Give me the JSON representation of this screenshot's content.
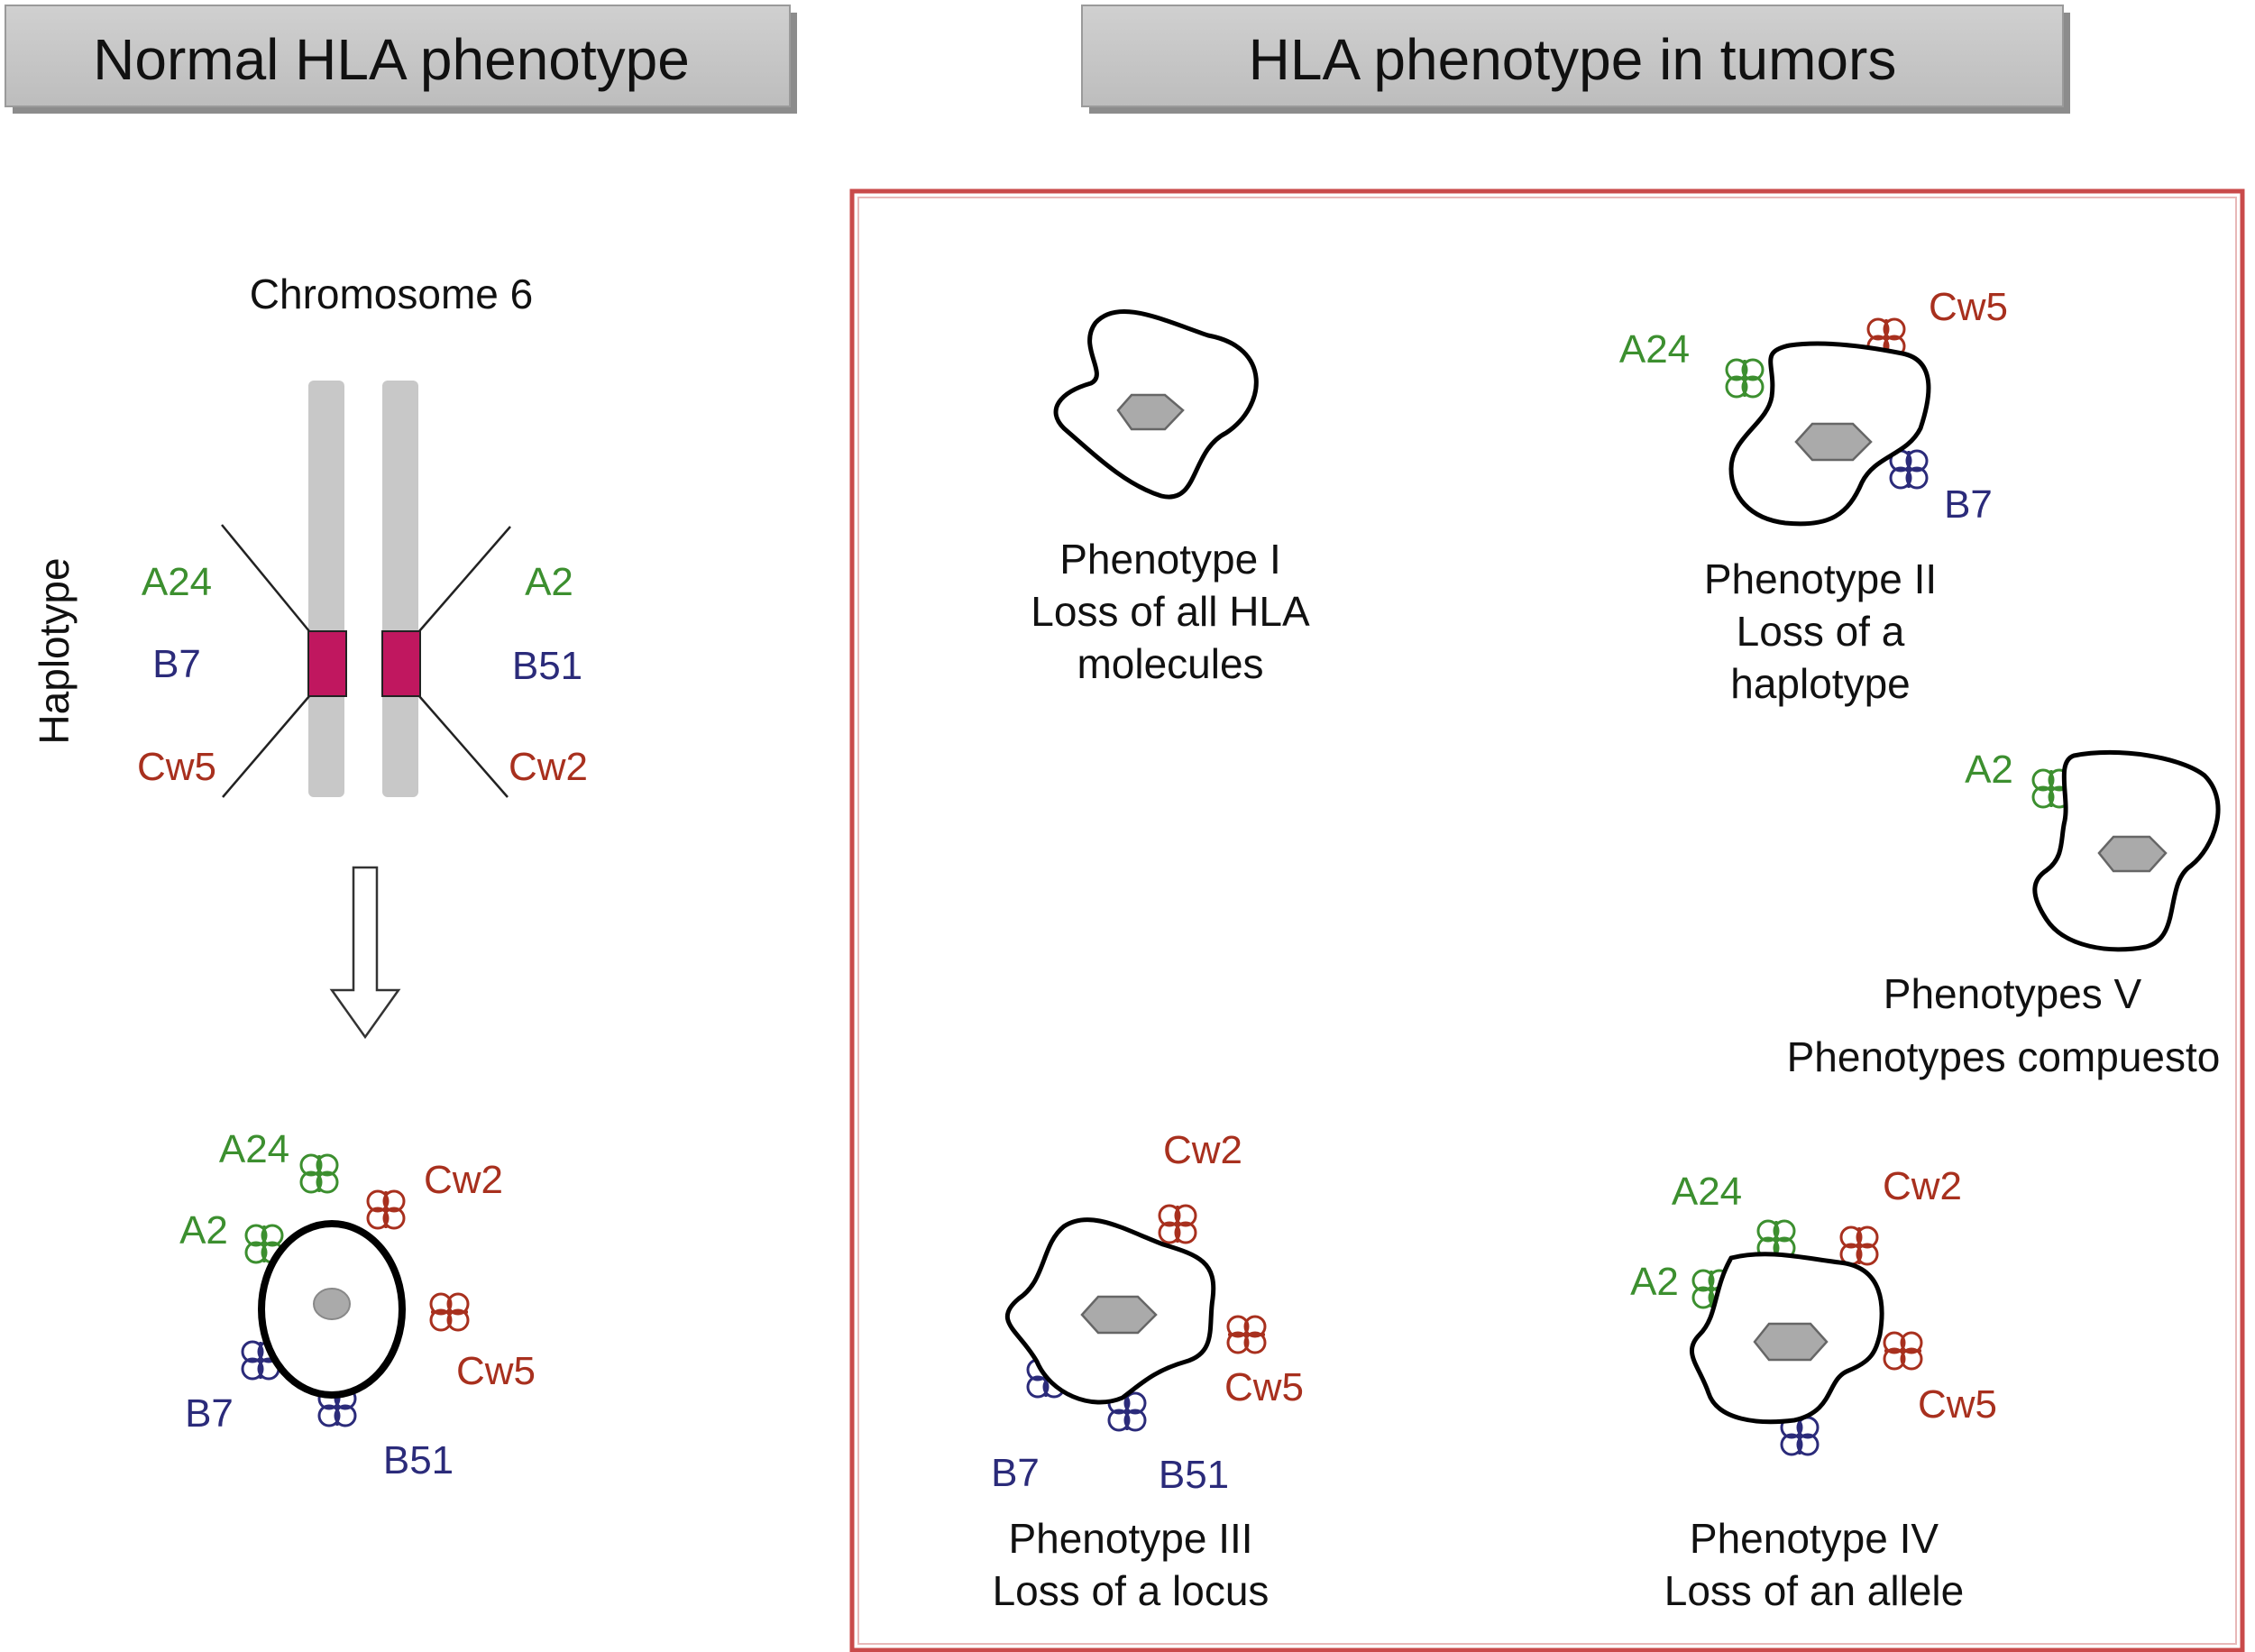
{
  "colors": {
    "green": "#3c8f2f",
    "blue": "#2b2b7a",
    "red": "#a8301e",
    "header_bg": "#c8c8c8",
    "chromosome": "#c8c8c8",
    "band": "#c0175f",
    "frame": "#c94a4a"
  },
  "left": {
    "header": "Normal HLA phenotype",
    "chromosome_title": "Chromosome 6",
    "side_label": "Haplotype",
    "left_alleles": {
      "a": "A24",
      "b": "B7",
      "c": "Cw5"
    },
    "right_alleles": {
      "a": "A2",
      "b": "B51",
      "c": "Cw2"
    },
    "cell_labels": {
      "a24": "A24",
      "a2": "A2",
      "cw2": "Cw2",
      "cw5": "Cw5",
      "b7": "B7",
      "b51": "B51"
    }
  },
  "right": {
    "header": "HLA phenotype in tumors",
    "phenotype_1": {
      "line1": "Phenotype I",
      "line2": "Loss of all HLA",
      "line3": "molecules"
    },
    "phenotype_2": {
      "line1": "Phenotype II",
      "line2": "Loss of a",
      "line3": "haplotype",
      "labels": {
        "cw5": "Cw5",
        "a24": "A24",
        "b7": "B7"
      }
    },
    "phenotype_5": {
      "line1": "Phenotypes V",
      "line2": "Phenotypes compuesto",
      "labels": {
        "a2": "A2"
      }
    },
    "phenotype_3": {
      "line1": "Phenotype III",
      "line2": "Loss of a locus",
      "labels": {
        "cw2": "Cw2",
        "cw5": "Cw5",
        "b7": "B7",
        "b51": "B51"
      }
    },
    "phenotype_4": {
      "line1": "Phenotype IV",
      "line2": "Loss of an allele",
      "labels": {
        "a24": "A24",
        "cw2": "Cw2",
        "a2": "A2",
        "cw5": "Cw5"
      }
    }
  }
}
